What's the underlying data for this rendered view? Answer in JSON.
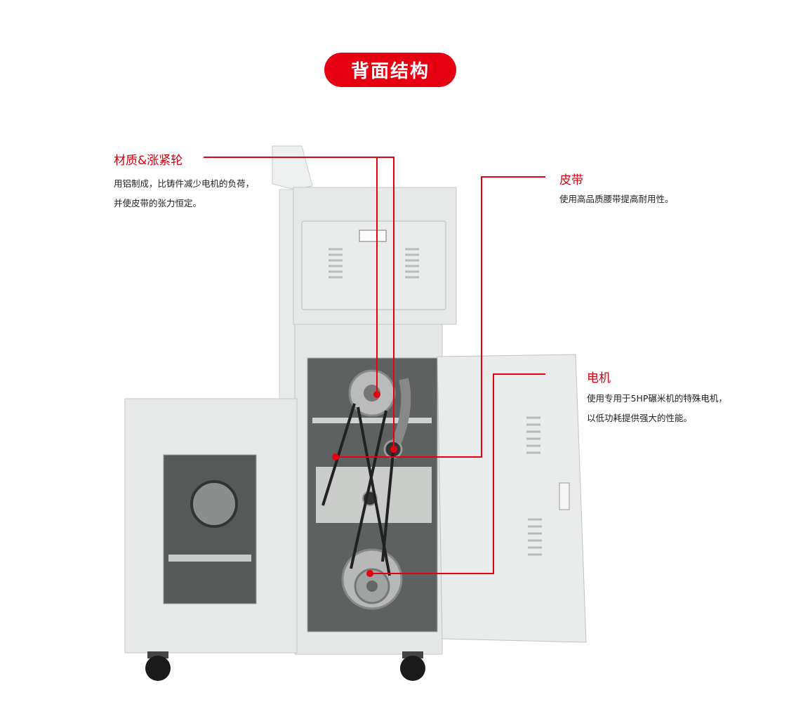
{
  "header": {
    "title": "背面结构"
  },
  "callouts": [
    {
      "title": "材质&涨紧轮",
      "desc_lines": [
        "用铝制成，比铸件减少电机的负荷，",
        "并使皮带的张力恒定。"
      ]
    },
    {
      "title": "皮带",
      "desc_lines": [
        "使用高品质腰带提高耐用性。"
      ]
    },
    {
      "title": "电机",
      "desc_lines": [
        "使用专用于5HP碾米机的特殊电机，",
        "以低功耗提供强大的性能。"
      ]
    }
  ],
  "colors": {
    "accent": "#e60012",
    "machine": "#e4e7e6"
  }
}
